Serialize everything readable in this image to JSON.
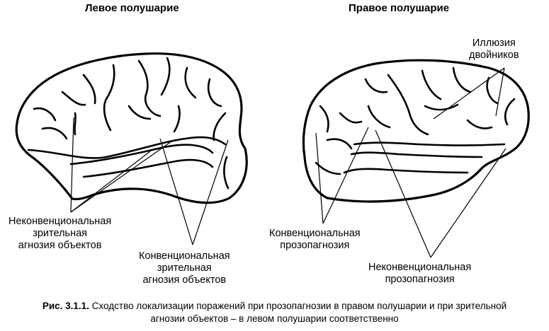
{
  "titles": {
    "left": "Левое полушарие",
    "right": "Правое полушарие"
  },
  "labels": {
    "left_nonconventional": [
      "Неконвенциональная",
      "зрительная",
      "агнозия объектов"
    ],
    "left_conventional": [
      "Конвенциональная",
      "зрительная",
      "агнозия объектов"
    ],
    "right_conventional": [
      "Конвенциональная",
      "прозопагнозия"
    ],
    "right_nonconventional": [
      "Неконвенциональная",
      "прозопагнозия"
    ],
    "twins_illusion": [
      "Иллюзия",
      "двойников"
    ]
  },
  "caption": {
    "figure_number": "Рис. 3.1.1.",
    "text_line1": "Сходство локализации поражений при прозопагнозии в правом полушарии и при зрительной",
    "text_line2": "агнозии объектов – в левом полушарии соответственно"
  }
}
